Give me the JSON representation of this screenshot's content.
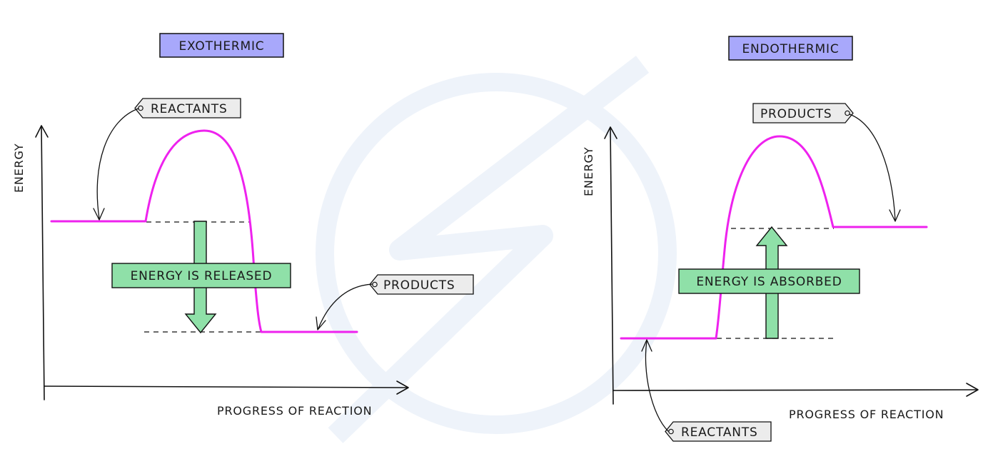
{
  "exothermic": {
    "title": "EXOTHERMIC",
    "y_axis_label": "ENERGY",
    "x_axis_label": "PROGRESS OF REACTION",
    "reactants_label": "REACTANTS",
    "products_label": "PRODUCTS",
    "energy_label": "ENERGY IS RELEASED"
  },
  "endothermic": {
    "title": "ENDOTHERMIC",
    "y_axis_label": "ENERGY",
    "x_axis_label": "PROGRESS OF REACTION",
    "reactants_label": "REACTANTS",
    "products_label": "PRODUCTS",
    "energy_label": "ENERGY IS ABSORBED"
  },
  "colors": {
    "curve": "#ee22ee",
    "title_box": "#a8a8fb",
    "energy_arrow": "#8fe0a8",
    "tag": "#ececec"
  }
}
